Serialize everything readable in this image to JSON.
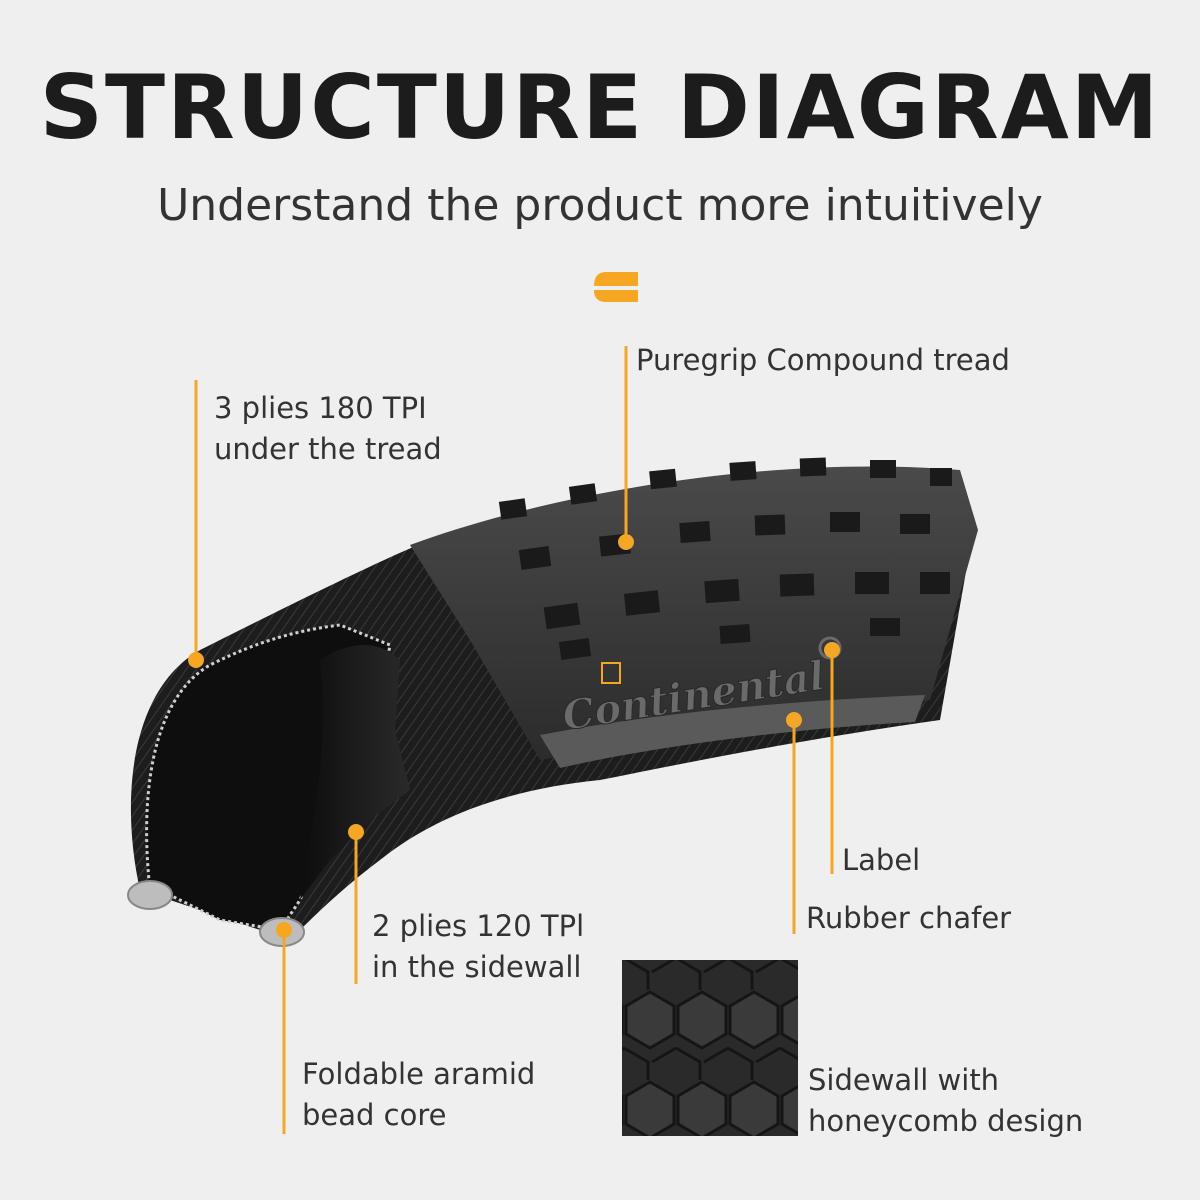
{
  "header": {
    "title": "STRUCTURE DIAGRAM",
    "subtitle": "Understand the product more intuitively"
  },
  "tire": {
    "brand_text": "Continental"
  },
  "callouts": {
    "tread": {
      "line1": "Puregrip Compound tread"
    },
    "plies_tread": {
      "line1": "3 plies 180 TPI",
      "line2": "under the tread"
    },
    "plies_sidewall": {
      "line1": "2 plies 120 TPl",
      "line2": "in the sidewall"
    },
    "label": {
      "line1": "Label"
    },
    "chafer": {
      "line1": "Rubber chafer"
    },
    "bead": {
      "line1": "Foldable aramid",
      "line2": "bead core"
    },
    "honeycomb": {
      "line1": "Sidewall with",
      "line2": "honeycomb design"
    }
  },
  "colors": {
    "accent": "#f5a623",
    "background": "#efefef",
    "tire_dark": "#1e1e1e"
  }
}
